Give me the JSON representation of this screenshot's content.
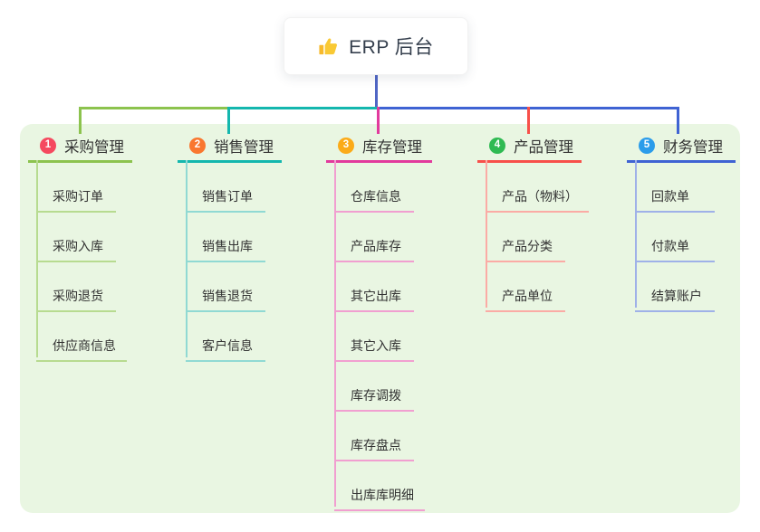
{
  "page": {
    "background": "#ffffff"
  },
  "panel": {
    "background": "#e9f6e2"
  },
  "root": {
    "label": "ERP 后台",
    "icon": "thumbs-up-icon",
    "icon_color": "#f7b92b",
    "connector_color": "#5066c5",
    "text_color": "#36404e"
  },
  "branches": [
    {
      "badge": "1",
      "label": "采购管理",
      "badge_color": "#f5495f",
      "line_color": "#8cc34e",
      "child_line_color": "#b7db90",
      "children": [
        "采购订单",
        "采购入库",
        "采购退货",
        "供应商信息"
      ]
    },
    {
      "badge": "2",
      "label": "销售管理",
      "badge_color": "#f9772f",
      "line_color": "#14b7ae",
      "child_line_color": "#90d9d3",
      "children": [
        "销售订单",
        "销售出库",
        "销售退货",
        "客户信息"
      ]
    },
    {
      "badge": "3",
      "label": "库存管理",
      "badge_color": "#fbab18",
      "line_color": "#e23a9d",
      "child_line_color": "#f19fd0",
      "children": [
        "仓库信息",
        "产品库存",
        "其它出库",
        "其它入库",
        "库存调拨",
        "库存盘点",
        "出库库明细"
      ]
    },
    {
      "badge": "4",
      "label": "产品管理",
      "badge_color": "#2fba52",
      "line_color": "#f8504a",
      "child_line_color": "#fbaba5",
      "children": [
        "产品（物料）",
        "产品分类",
        "产品单位"
      ]
    },
    {
      "badge": "5",
      "label": "财务管理",
      "badge_color": "#2b9cea",
      "line_color": "#3f63d3",
      "child_line_color": "#9fb1e8",
      "children": [
        "回款单",
        "付款单",
        "结算账户"
      ]
    }
  ]
}
